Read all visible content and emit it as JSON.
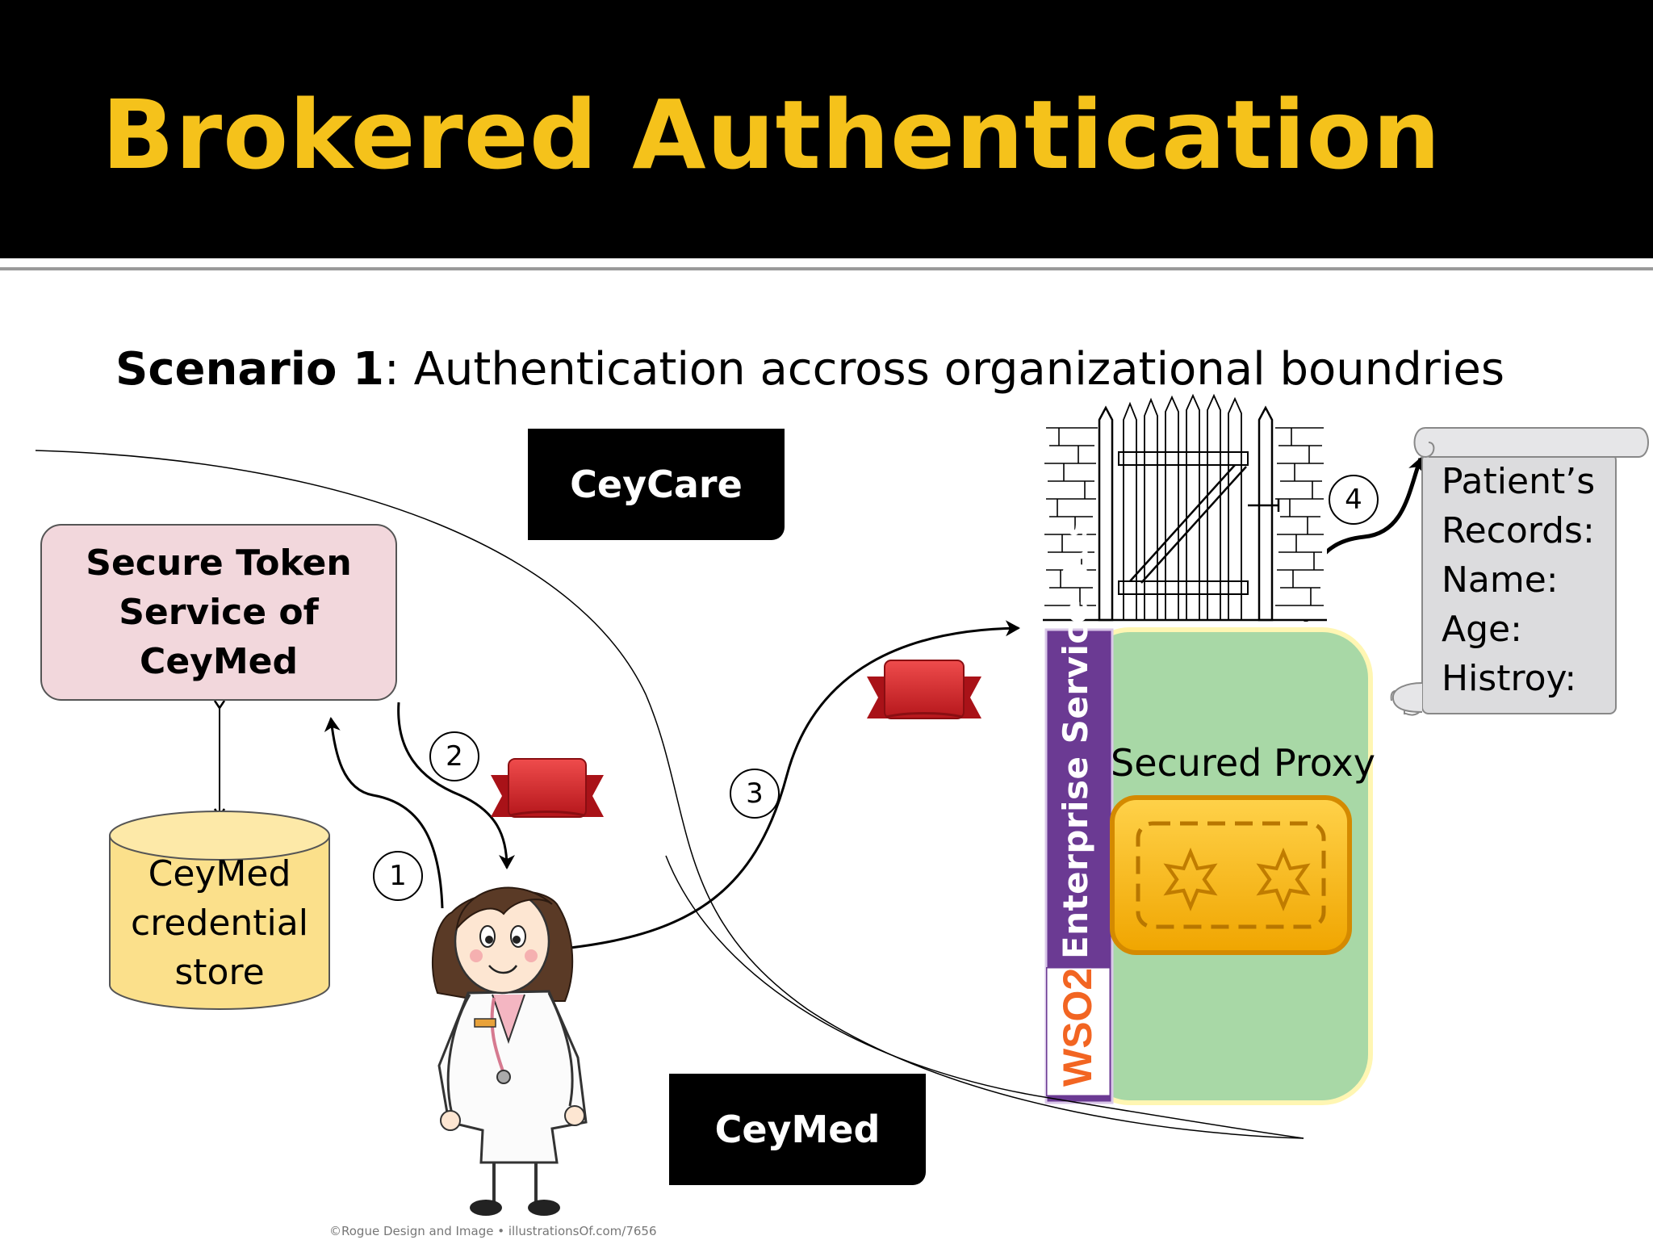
{
  "slide": {
    "title": "Brokered Authentication",
    "subtitle_bold": "Scenario 1",
    "subtitle_rest": ": Authentication accross organizational boundries"
  },
  "orgs": {
    "ceycare": "CeyCare",
    "ceymed": "CeyMed"
  },
  "sts": {
    "label": "Secure Token Service of CeyMed"
  },
  "credential_store": {
    "label": "CeyMed credential store"
  },
  "esb": {
    "bus_label": "Enterprise Service Bus",
    "proxy_label": "Secured Proxy",
    "vendor": "WSO2"
  },
  "records": {
    "lines": [
      "Patient’s",
      "Records:",
      "Name:",
      "Age:",
      "Histroy:"
    ]
  },
  "steps": [
    "1",
    "2",
    "3",
    "4"
  ],
  "credit": "©Rogue Design and Image  •  illustrationsOf.com/7656",
  "colors": {
    "title": "#f5c21b",
    "sts_fill": "#f2d7dc",
    "store_fill": "#fbe08b",
    "proxy_fill": "#a8d8a6",
    "esb_bar": "#6b3a93",
    "token_red": "#d7282f"
  }
}
